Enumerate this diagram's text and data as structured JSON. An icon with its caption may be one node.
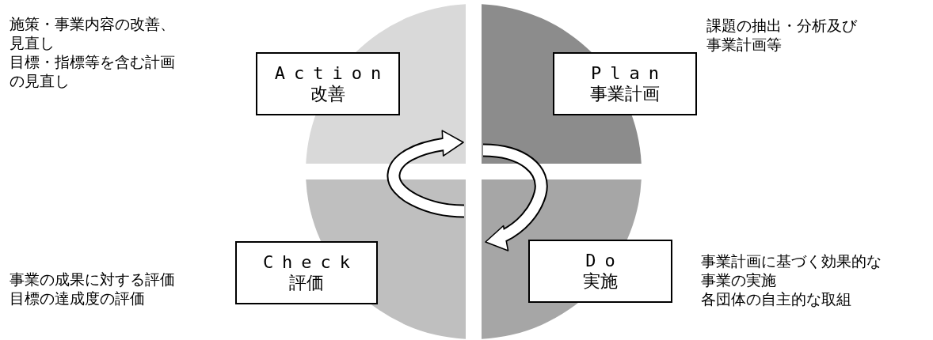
{
  "diagram": {
    "nodes": [
      {
        "text": [],
        "shape": "sector"
      },
      {
        "text": [
          "Action",
          "改善"
        ],
        "beside": [
          "施策・事業内容の改善、見直し",
          "目標・指標等を含む計画の見直し"
        ]
      },
      {
        "text": [],
        "shape": "sector"
      },
      {
        "text": [
          "Plan",
          "事業計画"
        ],
        "beside": [
          "課題の抽出・分析及び事業計画等"
        ]
      },
      {
        "text": [],
        "shape": "sector"
      },
      {
        "text": [
          "Check",
          "評価"
        ],
        "beside": [
          "事業の成果に対する評価",
          "目標の達成度の評価"
        ]
      },
      {
        "text": [],
        "shape": "sector"
      },
      {
        "text": [
          "Do",
          "実施"
        ],
        "beside": [
          "事業計画に基づく効果的な事業の実施",
          "各団体の自主的な取組"
        ]
      }
    ],
    "edges": [
      {
        "from": 2,
        "to": 6,
        "arrow": "to"
      },
      {
        "from": 4,
        "to": 0,
        "arrow": "to"
      }
    ]
  }
}
